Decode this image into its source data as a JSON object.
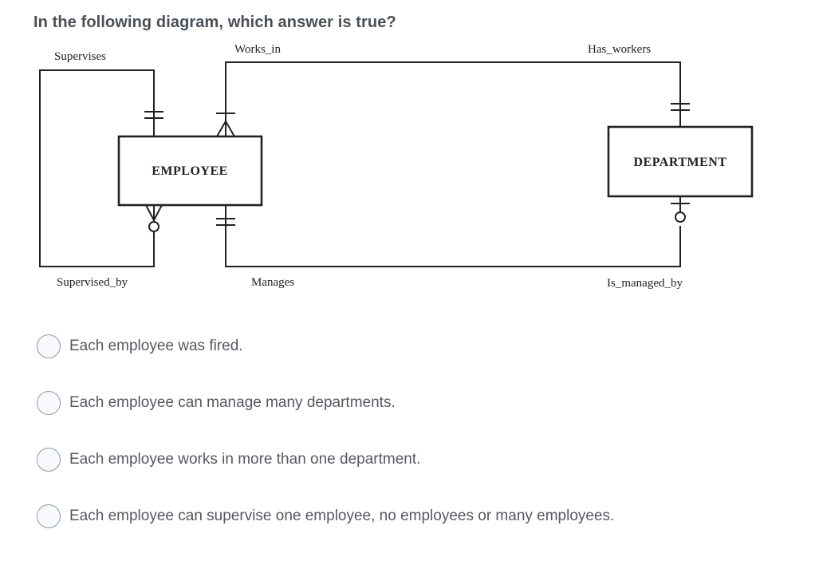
{
  "question": {
    "title": "In the following diagram, which answer is true?"
  },
  "diagram": {
    "entities": [
      {
        "name": "EMPLOYEE"
      },
      {
        "name": "DEPARTMENT"
      }
    ],
    "relationship_labels": {
      "supervises": "Supervises",
      "works_in": "Works_in",
      "has_workers": "Has_workers",
      "supervised_by": "Supervised_by",
      "manages": "Manages",
      "is_managed_by": "Is_managed_by"
    },
    "cardinality_symbols": {
      "supervises_end": "exactly-one-double-bar",
      "works_in_end": "one-or-many-bar-crowfoot",
      "has_workers_end": "exactly-one-double-bar",
      "supervised_by_end": "zero-or-many-crowfoot-circle",
      "manages_end": "exactly-one-double-bar",
      "is_managed_by_end": "zero-or-one-bar-circle"
    }
  },
  "options": [
    {
      "label": "Each employee was fired.",
      "selected": false
    },
    {
      "label": "Each employee can manage many departments.",
      "selected": false
    },
    {
      "label": "Each employee works in more than one department.",
      "selected": false
    },
    {
      "label": "Each employee can supervise one employee, no employees or many employees.",
      "selected": false
    }
  ],
  "colors": {
    "title_text": "#494f56",
    "option_text": "#54595f",
    "radio_border": "#8e99a4",
    "radio_fill": "#f7f9fc",
    "diagram_ink": "#222222"
  }
}
